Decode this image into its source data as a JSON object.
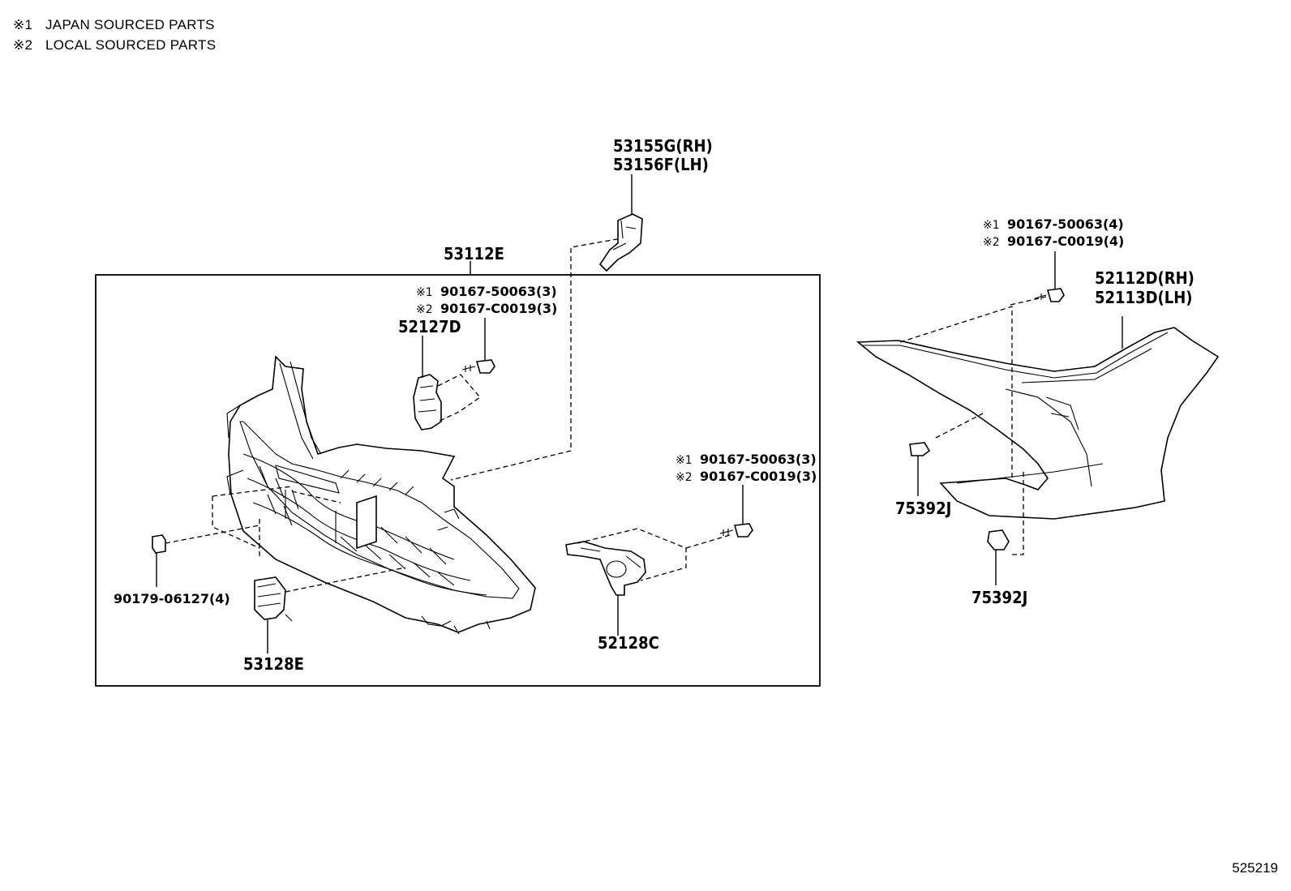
{
  "legend": {
    "items": [
      {
        "mark": "※1",
        "text": "JAPAN SOURCED PARTS"
      },
      {
        "mark": "※2",
        "text": "LOCAL SOURCED PARTS"
      }
    ]
  },
  "callouts": {
    "molding_rh": "53155G(RH)",
    "molding_lh": "53156F(LH)",
    "grille_assy": "53112E",
    "screw_grille_1": "90167-50063(3)",
    "screw_grille_2": "90167-C0019(3)",
    "bracket_upper": "52127D",
    "screw_right_1": "90167-50063(3)",
    "screw_right_2": "90167-C0019(3)",
    "clip": "90179-06127(4)",
    "emblem": "53128E",
    "bracket_lower": "52128C",
    "screw_cover_1": "90167-50063(4)",
    "screw_cover_2": "90167-C0019(4)",
    "cover_rh": "52112D(RH)",
    "cover_lh": "52113D(LH)",
    "retainer_upper": "75392J",
    "retainer_lower": "75392J",
    "mark1": "※1",
    "mark2": "※2"
  },
  "diagram_id": "525219"
}
